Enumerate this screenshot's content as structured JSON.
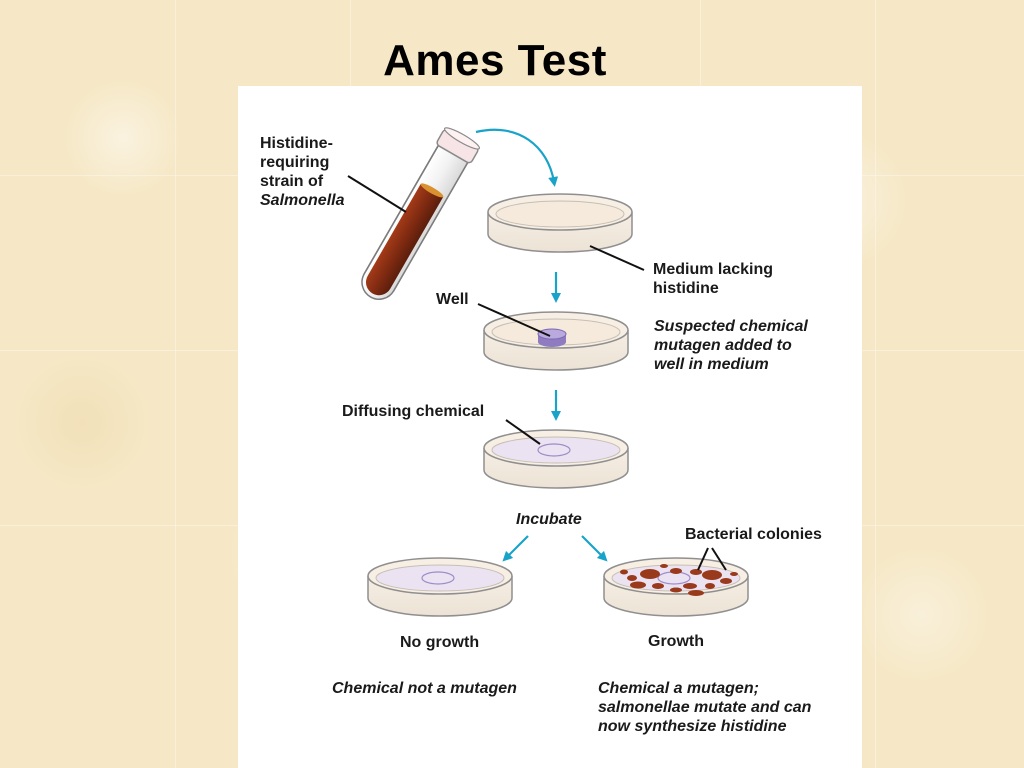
{
  "title": "Ames Test",
  "labels": {
    "strain_line1": "Histidine-",
    "strain_line2": "requiring",
    "strain_line3": "strain of",
    "strain_line4": "Salmonella",
    "medium_line1": "Medium lacking",
    "medium_line2": "histidine",
    "well": "Well",
    "suspected_line1": "Suspected chemical",
    "suspected_line2": "mutagen added to",
    "suspected_line3": "well in medium",
    "diffusing": "Diffusing chemical",
    "incubate": "Incubate",
    "bacterial_colonies": "Bacterial colonies",
    "no_growth": "No growth",
    "growth": "Growth",
    "not_mutagen": "Chemical not a mutagen",
    "mutagen_line1": "Chemical a mutagen;",
    "mutagen_line2": "salmonellae mutate and can",
    "mutagen_line3": "now synthesize histidine"
  },
  "colors": {
    "arrow": "#1aa3c8",
    "culture": "#8b2e12",
    "colony": "#9a3a1c",
    "dish_rim": "#8f8f8f",
    "medium": "#f6ecdf",
    "well": "#9e8cc8"
  }
}
